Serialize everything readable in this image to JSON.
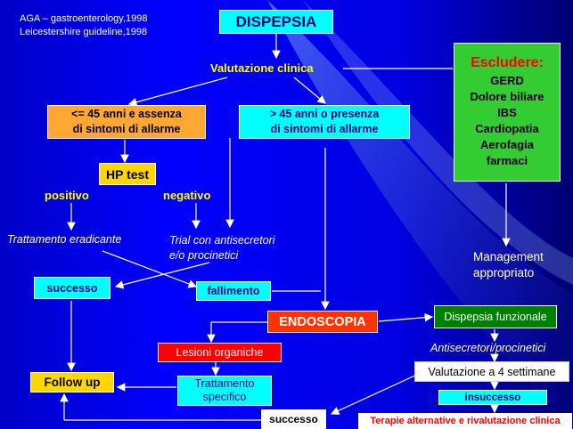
{
  "source_lines": [
    "AGA – gastroenterology,1998",
    "Leicestershire guideline,1998"
  ],
  "title": "DISPEPSIA",
  "valutazione": "Valutazione clinica",
  "escludere": {
    "heading": "Escludere:",
    "items": [
      "GERD",
      "Dolore biliare",
      "IBS",
      "Cardiopatia",
      "Aerofagia",
      "farmaci"
    ]
  },
  "young_box": [
    "<= 45 anni e assenza",
    "di sintomi di allarme"
  ],
  "old_box": [
    "> 45 anni o presenza",
    "di sintomi di allarme"
  ],
  "hp_test": "HP test",
  "positivo": "positivo",
  "negativo": "negativo",
  "trattamento_eradicante": "Trattamento eradicante",
  "trial": [
    "Trial con antisecretori",
    "e/o procinetici"
  ],
  "management": [
    "Management",
    "appropriato"
  ],
  "successo_top": "successo",
  "fallimento": "fallimento",
  "endoscopia": "ENDOSCOPIA",
  "dispepsia_funzionale": "Dispepsia funzionale",
  "lesioni_organiche": "Lesioni organiche",
  "antisecretori": "Antisecretori/procinetici",
  "valutazione_4": "Valutazione a 4 settimane",
  "follow_up": "Follow up",
  "trattamento_specifico": [
    "Trattamento",
    "specifico"
  ],
  "insuccesso": "insuccesso",
  "successo_bottom": "successo",
  "terapie": "Terapie alternative e rivalutazione clinica",
  "colors": {
    "background": "#0000ff",
    "cyan_box": "#00ffff",
    "orange_box": "#ffa733",
    "yellow_box": "#ffd700",
    "green_box": "#33cc33",
    "dark_green_box": "#008000",
    "red_box": "#ff0000",
    "endoscopia_box": "#ff3300",
    "escludere_heading": "#ff0000",
    "label_yellow": "#ffff00"
  }
}
